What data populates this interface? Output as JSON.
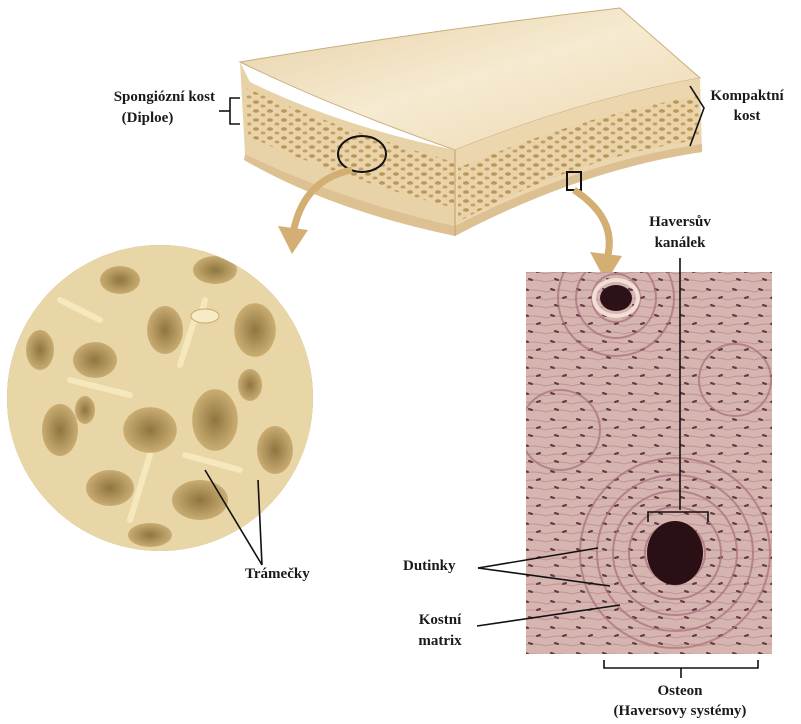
{
  "labels": {
    "spongy_line1": "Spongiózní kost",
    "spongy_line2": "(Diploe)",
    "compact_line1": "Kompaktní",
    "compact_line2": "kost",
    "haversian_canal_line1": "Haversův",
    "haversian_canal_line2": "kanálek",
    "trabeculae": "Trámečky",
    "lacunae": "Dutinky",
    "matrix_line1": "Kostní",
    "matrix_line2": "matrix",
    "osteon_line1": "Osteon",
    "osteon_line2": "(Haversovy systémy)"
  },
  "colors": {
    "bone_surface": "#f2e2c2",
    "bone_shadow": "#e0c99e",
    "spongy_section": "#e9d2a6",
    "pore": "#b9985c",
    "trabecula": "#f1e2b2",
    "trabecula_hole": "#a88d52",
    "micro_bg": "#d9b9b4",
    "micro_ring": "#8b5a64",
    "micro_cell": "#4a2430",
    "arrow": "#d0ac72",
    "leader": "#111111"
  }
}
